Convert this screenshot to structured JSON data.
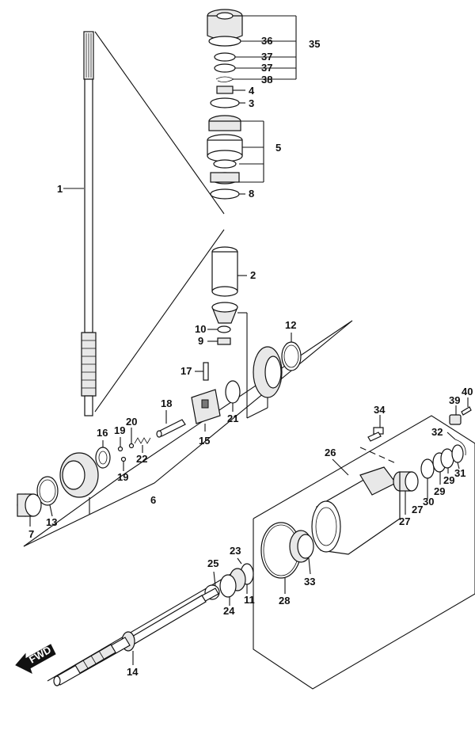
{
  "labels": [
    {
      "id": "1",
      "text": "1"
    },
    {
      "id": "2",
      "text": "2"
    },
    {
      "id": "3",
      "text": "3"
    },
    {
      "id": "4",
      "text": "4"
    },
    {
      "id": "5",
      "text": "5"
    },
    {
      "id": "6",
      "text": "6"
    },
    {
      "id": "7",
      "text": "7"
    },
    {
      "id": "8",
      "text": "8"
    },
    {
      "id": "9",
      "text": "9"
    },
    {
      "id": "10",
      "text": "10"
    },
    {
      "id": "11",
      "text": "11"
    },
    {
      "id": "12",
      "text": "12"
    },
    {
      "id": "13",
      "text": "13"
    },
    {
      "id": "14",
      "text": "14"
    },
    {
      "id": "15",
      "text": "15"
    },
    {
      "id": "16",
      "text": "16"
    },
    {
      "id": "17",
      "text": "17"
    },
    {
      "id": "18",
      "text": "18"
    },
    {
      "id": "19a",
      "text": "19"
    },
    {
      "id": "19b",
      "text": "19"
    },
    {
      "id": "20",
      "text": "20"
    },
    {
      "id": "21",
      "text": "21"
    },
    {
      "id": "22",
      "text": "22"
    },
    {
      "id": "23",
      "text": "23"
    },
    {
      "id": "24",
      "text": "24"
    },
    {
      "id": "25",
      "text": "25"
    },
    {
      "id": "26",
      "text": "26"
    },
    {
      "id": "27a",
      "text": "27"
    },
    {
      "id": "27b",
      "text": "27"
    },
    {
      "id": "28",
      "text": "28"
    },
    {
      "id": "29a",
      "text": "29"
    },
    {
      "id": "29b",
      "text": "29"
    },
    {
      "id": "30",
      "text": "30"
    },
    {
      "id": "31",
      "text": "31"
    },
    {
      "id": "32",
      "text": "32"
    },
    {
      "id": "33",
      "text": "33"
    },
    {
      "id": "34",
      "text": "34"
    },
    {
      "id": "35",
      "text": "35"
    },
    {
      "id": "36",
      "text": "36"
    },
    {
      "id": "37a",
      "text": "37"
    },
    {
      "id": "37b",
      "text": "37"
    },
    {
      "id": "38",
      "text": "38"
    },
    {
      "id": "39",
      "text": "39"
    },
    {
      "id": "40",
      "text": "40"
    }
  ],
  "fwd_arrow": {
    "text": "FWD",
    "icon": "fwd-arrow-icon"
  }
}
